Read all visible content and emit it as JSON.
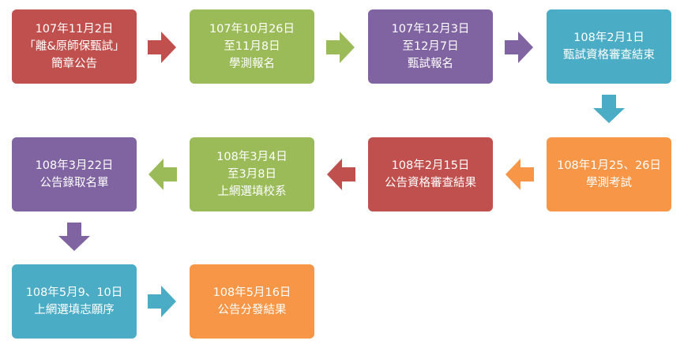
{
  "colors": {
    "red": "#c0504d",
    "green": "#9bbb59",
    "purple": "#8064a2",
    "teal": "#4bacc6",
    "orange": "#f79646"
  },
  "steps": [
    {
      "lines": [
        "107年11月2日",
        "「離&原師保甄試」",
        "簡章公告"
      ],
      "color": "red"
    },
    {
      "lines": [
        "107年10月26日",
        "至11月8日",
        "學測報名"
      ],
      "color": "green"
    },
    {
      "lines": [
        "107年12月3日",
        "至12月7日",
        "甄試報名"
      ],
      "color": "purple"
    },
    {
      "lines": [
        "108年2月1日",
        "甄試資格審查結束"
      ],
      "color": "teal"
    },
    {
      "lines": [
        "108年1月25、26日",
        "學測考試"
      ],
      "color": "orange"
    },
    {
      "lines": [
        "108年2月15日",
        "公告資格審查結果"
      ],
      "color": "red"
    },
    {
      "lines": [
        "108年3月4日",
        "至3月8日",
        "上網選填校系"
      ],
      "color": "green"
    },
    {
      "lines": [
        "108年3月22日",
        "公告錄取名單"
      ],
      "color": "purple"
    },
    {
      "lines": [
        "108年5月9、10日",
        "上網選填志願序"
      ],
      "color": "teal"
    },
    {
      "lines": [
        "108年5月16日",
        "公告分發結果"
      ],
      "color": "orange"
    }
  ]
}
